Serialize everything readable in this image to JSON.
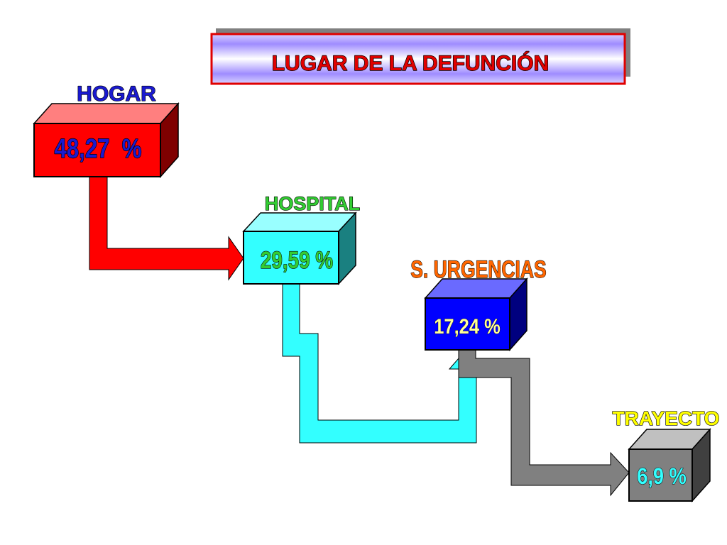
{
  "title": "LUGAR DE LA DEFUNCIÓN",
  "nodes": [
    {
      "id": "hogar",
      "label": "HOGAR",
      "value_text": "48,27  %",
      "value": 48.27,
      "label_color": "#1a1ad0",
      "value_color": "#1a1ad0",
      "face_color": "#ff0000",
      "top_color": "#ff7f7f",
      "side_color": "#7f0000"
    },
    {
      "id": "hospital",
      "label": "HOSPITAL",
      "value_text": "29,59 %",
      "value": 29.59,
      "label_color": "#33cc33",
      "value_color": "#33cc33",
      "face_color": "#33ffff",
      "top_color": "#99ffff",
      "side_color": "#1a8080"
    },
    {
      "id": "urgencias",
      "label": "S. URGENCIAS",
      "value_text": "17,24 %",
      "value": 17.24,
      "label_color": "#ff6600",
      "value_color": "#ffff99",
      "face_color": "#0000ff",
      "top_color": "#6a6aff",
      "side_color": "#00007f"
    },
    {
      "id": "trayecto",
      "label": "TRAYECTO",
      "value_text": "6,9 %",
      "value": 6.9,
      "label_color": "#ffff00",
      "value_color": "#33ffff",
      "face_color": "#808080",
      "top_color": "#c0c0c0",
      "side_color": "#404040"
    }
  ],
  "arrow_colors": {
    "hogar_to_hospital": "#ff0000",
    "hospital_to_urgencias": "#33ffff",
    "urgencias_to_trayecto": "#808080"
  },
  "title_colors": {
    "text": "#e00000",
    "border": "#e00000"
  }
}
